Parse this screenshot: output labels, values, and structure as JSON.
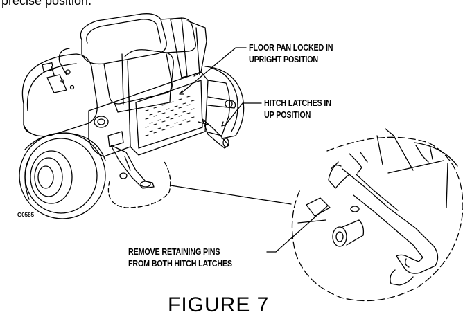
{
  "header": {
    "partial_text": "precise position."
  },
  "callouts": {
    "floor_pan": "FLOOR PAN LOCKED IN\nUPRIGHT POSITION",
    "hitch_up": "HITCH LATCHES IN\nUP POSITION",
    "remove_pins": "REMOVE RETAINING PINS\nFROM BOTH HITCH LATCHES"
  },
  "figure_code": "G0585",
  "figure_caption": "FIGURE 7"
}
